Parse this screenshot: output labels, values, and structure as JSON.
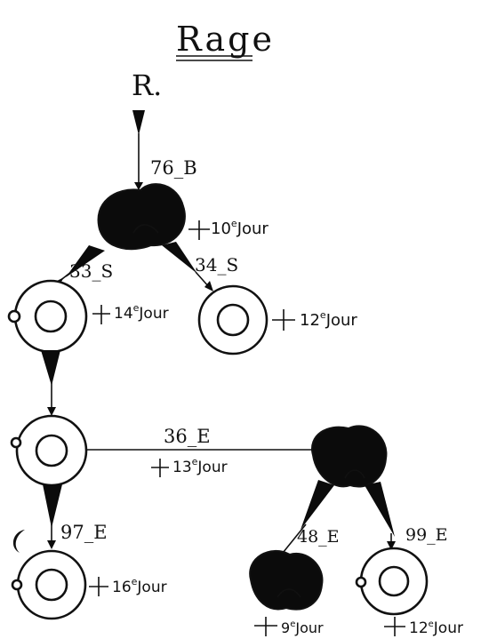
{
  "title": "Rage",
  "source_label": "R.",
  "top_node": {
    "code": "76_B",
    "day": "10",
    "day_suffix": "e",
    "day_word": "Jour"
  },
  "nodes": [
    {
      "id": "33",
      "code": "33_S",
      "day": "14",
      "day_suffix": "e",
      "day_word": "Jour"
    },
    {
      "id": "34",
      "code": "34_S",
      "day": "12",
      "day_suffix": "e",
      "day_word": "Jour"
    },
    {
      "id": "mid",
      "code": "",
      "day": "",
      "day_suffix": "",
      "day_word": ""
    },
    {
      "id": "36",
      "code": "36_E",
      "day": "13",
      "day_suffix": "e",
      "day_word": "Jour"
    },
    {
      "id": "97",
      "code": "97_E",
      "day": "16",
      "day_suffix": "e",
      "day_word": "Jour"
    },
    {
      "id": "48",
      "code": "48_E",
      "day": "9",
      "day_suffix": "e",
      "day_word": "Jour"
    },
    {
      "id": "99",
      "code": "99_E",
      "day": "12",
      "day_suffix": "e",
      "day_word": "Jour"
    }
  ],
  "symbols": {
    "death_cross": "cross-icon",
    "moon": "crescent-moon-icon"
  }
}
